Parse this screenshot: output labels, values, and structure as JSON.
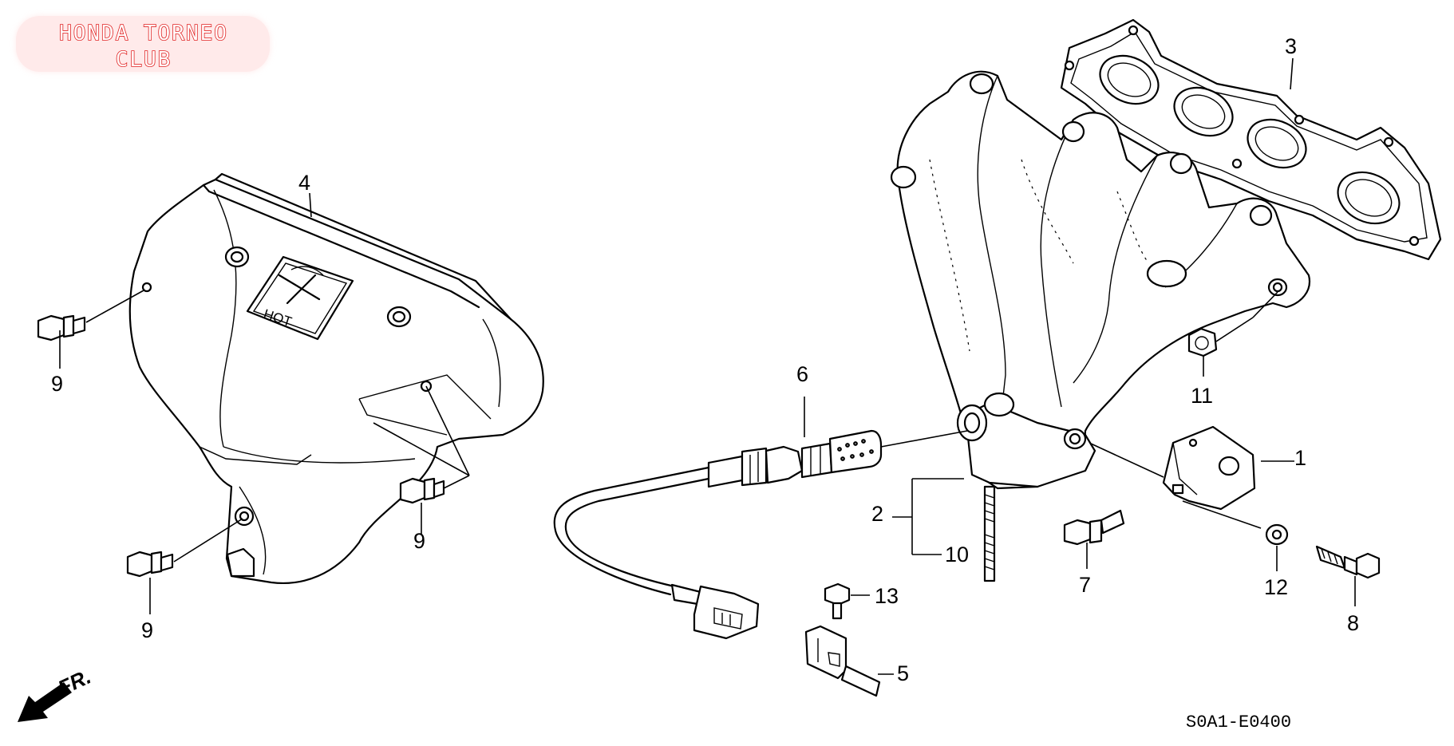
{
  "logo": {
    "line1": "HONDA TORNEO",
    "line2": "CLUB",
    "glow_color": "#ff2a2a"
  },
  "heat_shield_label": "HOT",
  "diagram_code": "S0A1-E0400",
  "direction_label": "FR.",
  "callouts": {
    "c1": "1",
    "c2": "2",
    "c3": "3",
    "c4": "4",
    "c5": "5",
    "c6": "6",
    "c7": "7",
    "c8": "8",
    "c9a": "9",
    "c9b": "9",
    "c9c": "9",
    "c10": "10",
    "c11": "11",
    "c12": "12",
    "c13": "13"
  }
}
